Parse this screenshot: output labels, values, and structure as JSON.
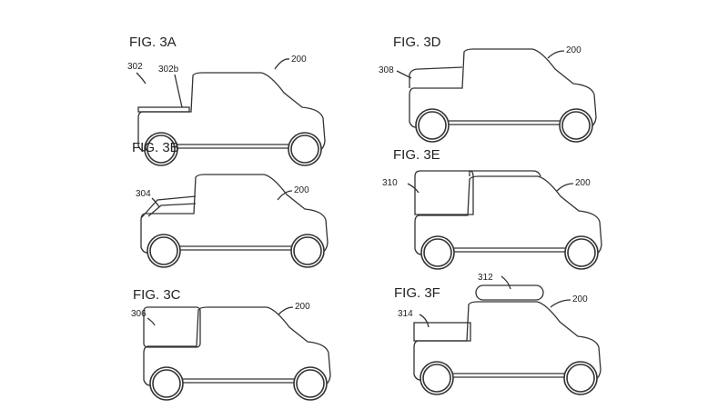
{
  "figures": [
    {
      "label": "FIG. 3A",
      "vehicle_ref": "200",
      "refs": [
        "302",
        "302b"
      ]
    },
    {
      "label": "FIG. 3B",
      "vehicle_ref": "200",
      "refs": [
        "304"
      ]
    },
    {
      "label": "FIG. 3C",
      "vehicle_ref": "200",
      "refs": [
        "306"
      ]
    },
    {
      "label": "FIG. 3D",
      "vehicle_ref": "200",
      "refs": [
        "308"
      ]
    },
    {
      "label": "FIG. 3E",
      "vehicle_ref": "200",
      "refs": [
        "310"
      ]
    },
    {
      "label": "FIG. 3F",
      "vehicle_ref": "200",
      "refs": [
        "312",
        "314"
      ]
    }
  ]
}
